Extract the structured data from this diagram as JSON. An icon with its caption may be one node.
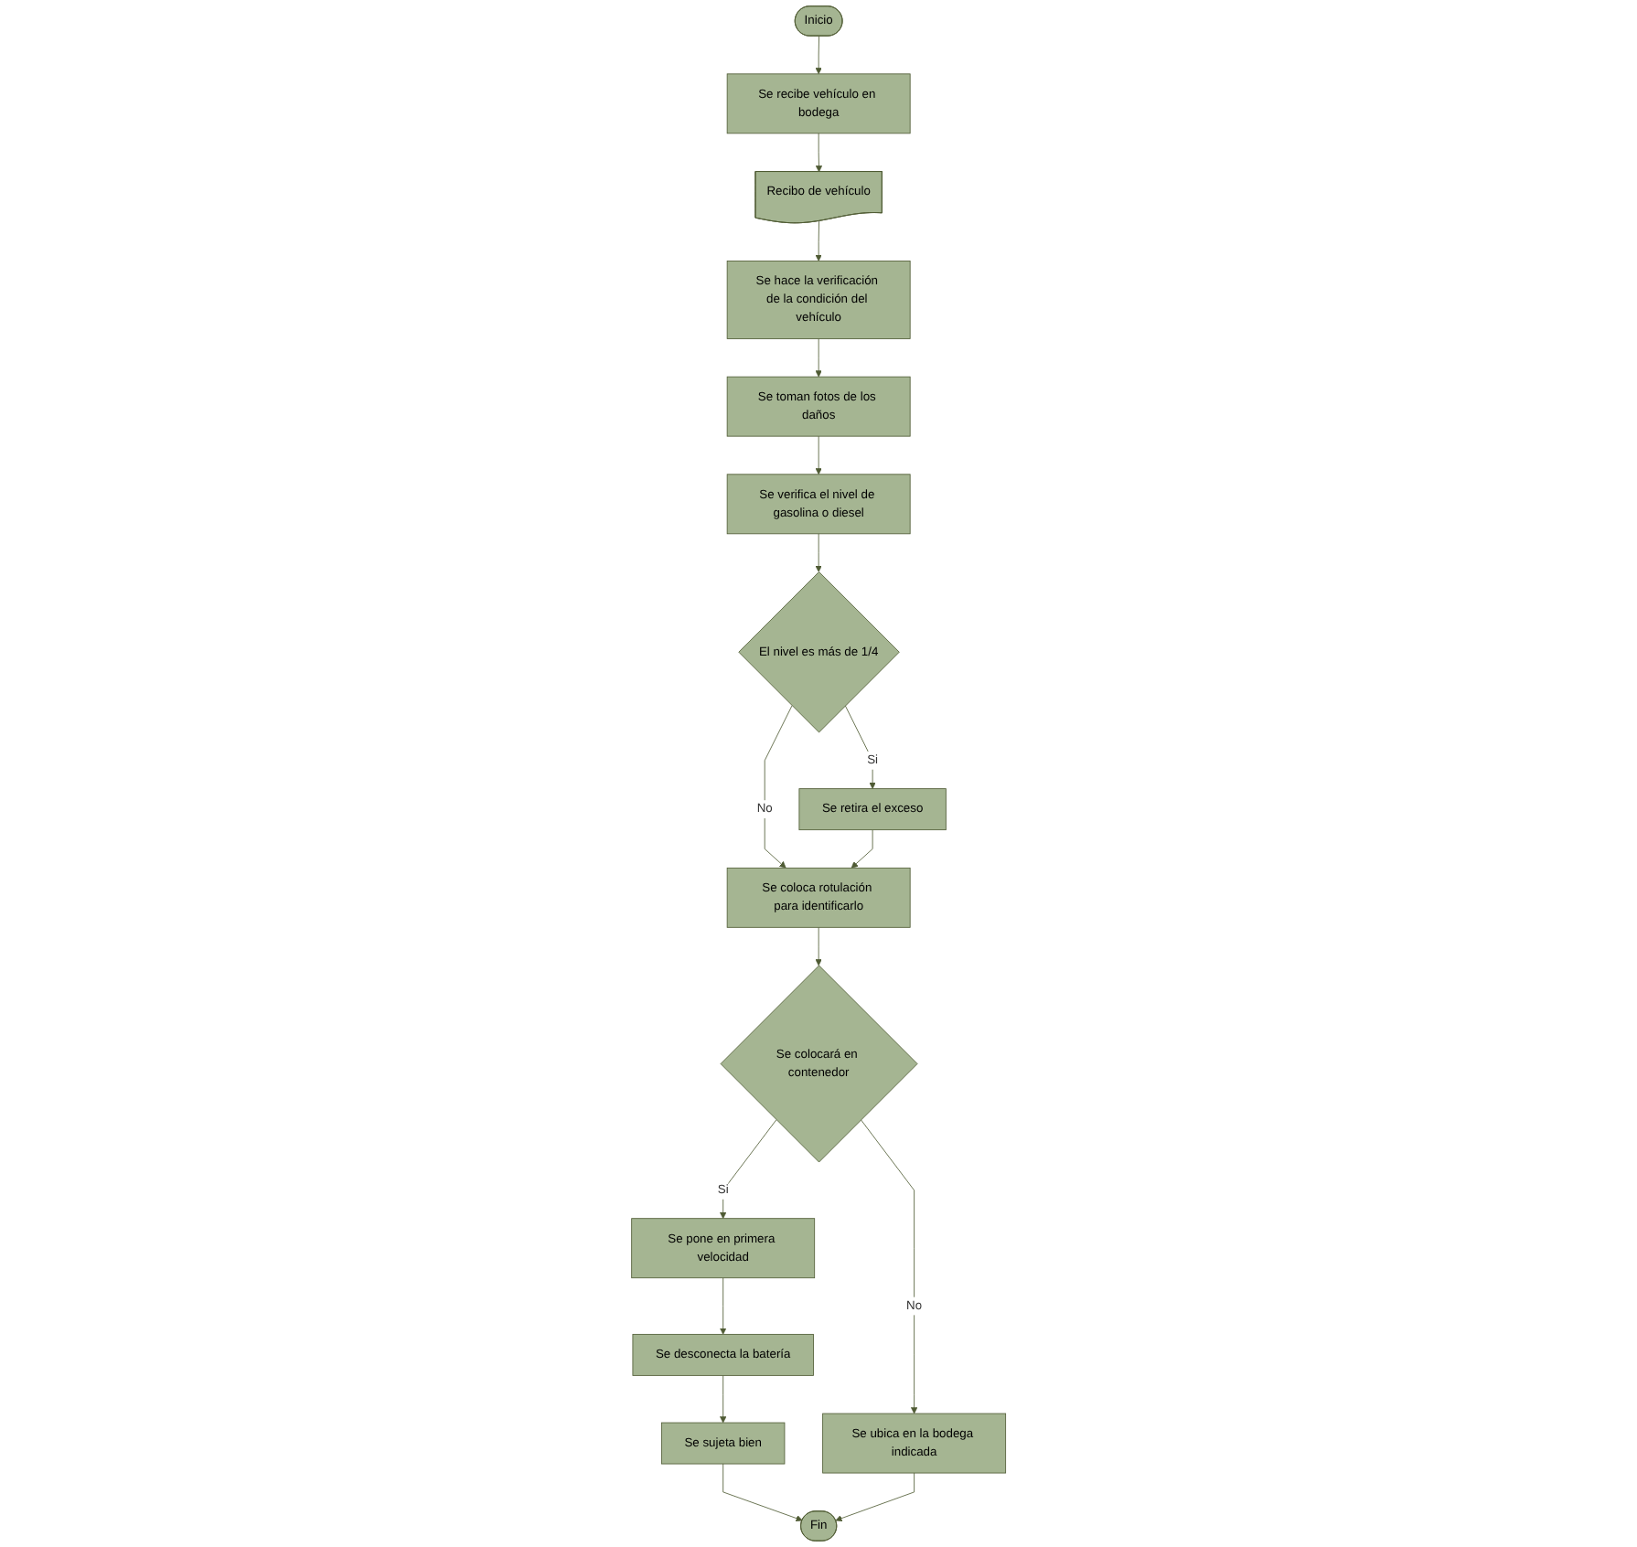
{
  "diagram": {
    "nodes": [
      {
        "text": [
          "Inicio"
        ]
      },
      {
        "text": [
          "El nivel es más de 1/4"
        ]
      },
      {
        "text": [
          "Se retira el exceso"
        ]
      },
      {
        "text": [
          "Se recibe vehículo en bodega"
        ]
      },
      {
        "text": [
          "Se coloca rotulación para identificarlo"
        ]
      },
      {
        "text": [
          "Recibo de vehículo"
        ]
      },
      {
        "text": [
          "Se pone en primera velocidad"
        ]
      },
      {
        "text": [
          "Se colocará en contenedor"
        ]
      },
      {
        "text": [
          "Se hace la verificación de la condición del vehículo"
        ]
      },
      {
        "text": [
          "Se desconecta la batería"
        ]
      },
      {
        "text": [
          "Se toman fotos de los daños"
        ]
      },
      {
        "text": [
          "Se ubica en la bodega indicada"
        ]
      },
      {
        "text": [
          "Se sujeta bien"
        ]
      },
      {
        "text": [
          "Se verifica el nivel de gasolina o diesel"
        ]
      },
      {
        "text": [
          "Fin"
        ]
      }
    ],
    "edges": [
      {
        "from": 0,
        "to": 3,
        "arrow": "to"
      },
      {
        "from": 3,
        "to": 5,
        "arrow": "to"
      },
      {
        "from": 5,
        "to": 8,
        "arrow": "to"
      },
      {
        "from": 8,
        "to": 10,
        "arrow": "to"
      },
      {
        "from": 10,
        "to": 13,
        "arrow": "to"
      },
      {
        "from": 13,
        "to": 1,
        "arrow": "to"
      },
      {
        "from": 1,
        "to": 2,
        "label": "Si",
        "arrow": "to"
      },
      {
        "from": 1,
        "to": 4,
        "label": "No",
        "arrow": "to"
      },
      {
        "from": 2,
        "to": 4,
        "arrow": "to"
      },
      {
        "from": 4,
        "to": 7,
        "arrow": "to"
      },
      {
        "from": 7,
        "to": 6,
        "label": "Si",
        "arrow": "to"
      },
      {
        "from": 6,
        "to": 9,
        "arrow": "to"
      },
      {
        "from": 9,
        "to": 12,
        "arrow": "to"
      },
      {
        "from": 12,
        "to": 14,
        "arrow": "to"
      },
      {
        "from": 7,
        "to": 11,
        "label": "No",
        "arrow": "to"
      },
      {
        "from": 11,
        "to": 14,
        "arrow": "to"
      }
    ]
  }
}
